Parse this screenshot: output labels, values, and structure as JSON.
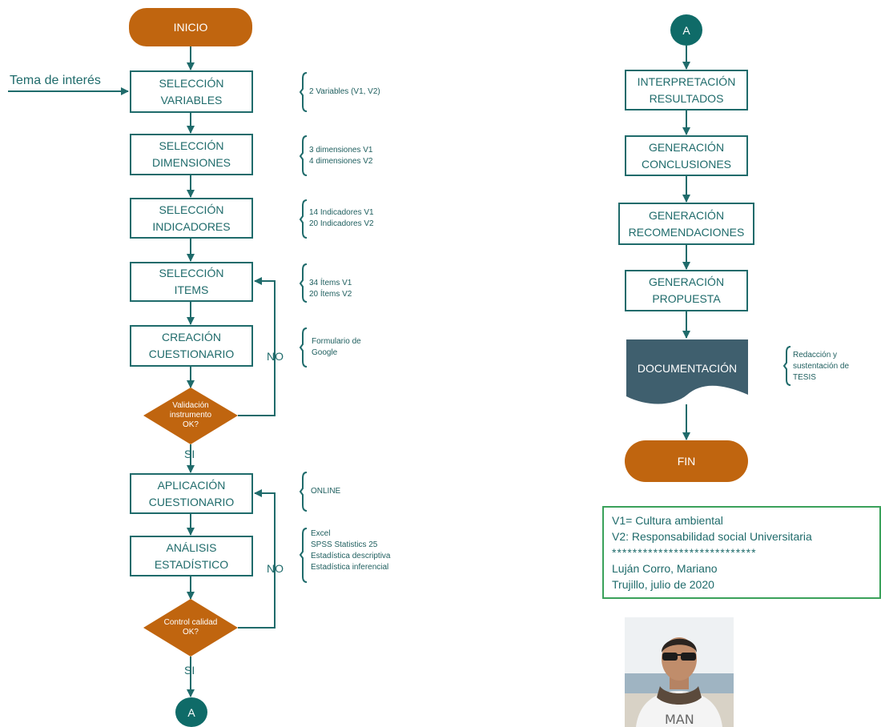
{
  "left": {
    "start": "INICIO",
    "input_label": "Tema de interés",
    "steps": [
      {
        "line1": "SELECCIÓN",
        "line2": "VARIABLES",
        "note": [
          "2 Variables (V1, V2)"
        ]
      },
      {
        "line1": "SELECCIÓN",
        "line2": "DIMENSIONES",
        "note": [
          "3 dimensiones V1",
          "4 dimensiones V2"
        ]
      },
      {
        "line1": "SELECCIÓN",
        "line2": "INDICADORES",
        "note": [
          "14 Indicadores V1",
          "20 Indicadores V2"
        ]
      },
      {
        "line1": "SELECCIÓN",
        "line2": "ITEMS",
        "note": [
          "34 Ítems V1",
          "20 Ítems V2"
        ]
      },
      {
        "line1": "CREACIÓN",
        "line2": "CUESTIONARIO",
        "note": [
          "Formulario de",
          "Google"
        ]
      },
      {
        "line1": "APLICACIÓN",
        "line2": "CUESTIONARIO",
        "note": [
          "ONLINE"
        ]
      },
      {
        "line1": "ANÁLISIS",
        "line2": "ESTADÍSTICO",
        "note": [
          "Excel",
          "SPSS Statistics 25",
          "Estadística descriptiva",
          "Estadística inferencial"
        ]
      }
    ],
    "decisions": [
      {
        "lines": [
          "Validación",
          "instrumento",
          "OK?"
        ],
        "yes": "SI",
        "no": "NO"
      },
      {
        "lines": [
          "Control calidad",
          "OK?"
        ],
        "yes": "SI",
        "no": "NO"
      }
    ],
    "connector": "A"
  },
  "right": {
    "connector": "A",
    "steps": [
      {
        "line1": "INTERPRETACIÓN",
        "line2": "RESULTADOS"
      },
      {
        "line1": "GENERACIÓN",
        "line2": "CONCLUSIONES"
      },
      {
        "line1": "GENERACIÓN",
        "line2": "RECOMENDACIONES"
      },
      {
        "line1": "GENERACIÓN",
        "line2": "PROPUESTA"
      }
    ],
    "document": {
      "label": "DOCUMENTACIÓN",
      "note": [
        "Redacción y",
        "sustentación de",
        "TESIS"
      ]
    },
    "end": "FIN"
  },
  "legend": {
    "lines": [
      "V1= Cultura ambiental",
      "V2: Responsabilidad social Universitaria",
      "****************************",
      "Luján Corro, Mariano",
      "Trujillo, julio de 2020"
    ]
  },
  "photo": {
    "shirt_text": "MAN"
  },
  "colors": {
    "teal": "#1f6b6b",
    "orange": "#c0650f",
    "doc": "#3f5f6e",
    "legend_border": "#3aa15a"
  }
}
